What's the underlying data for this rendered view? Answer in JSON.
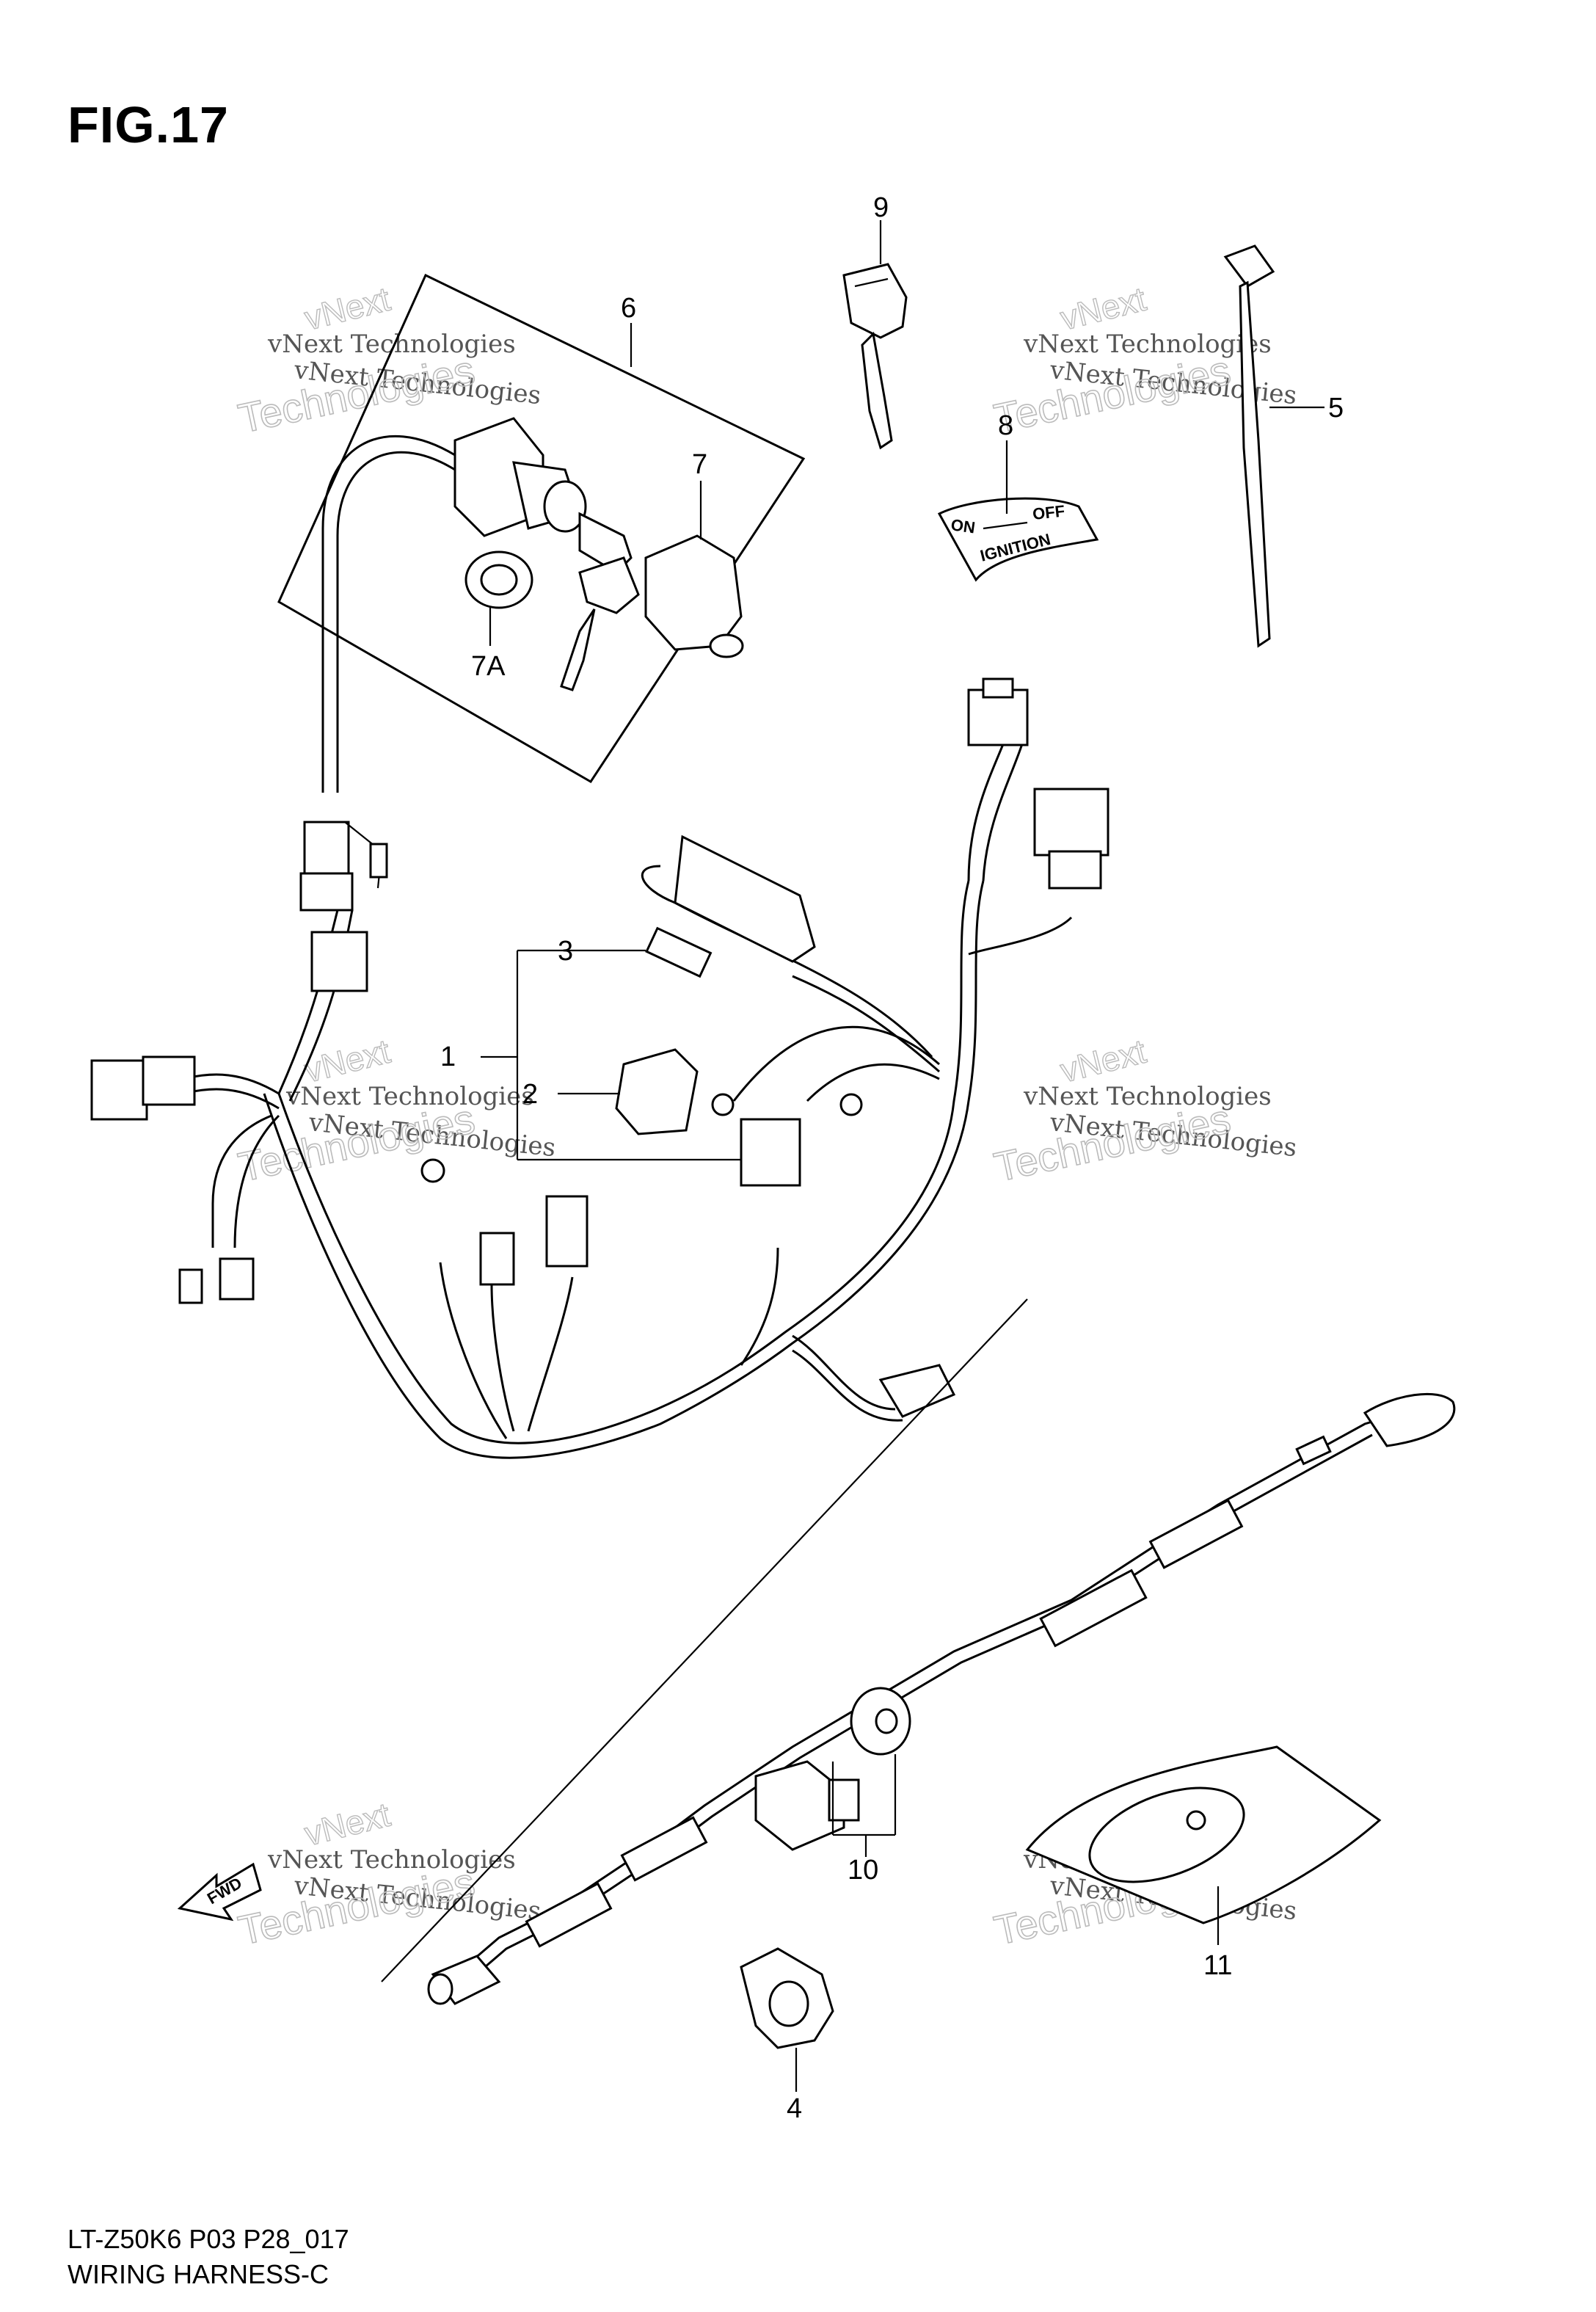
{
  "figure": {
    "title": "FIG.17",
    "code": "LT-Z50K6 P03 P28_017",
    "name": "WIRING HARNESS-C"
  },
  "callouts": {
    "c1": "1",
    "c2": "2",
    "c3": "3",
    "c4": "4",
    "c5": "5",
    "c6": "6",
    "c7": "7",
    "c7a": "7A",
    "c8": "8",
    "c9": "9",
    "c10": "10",
    "c11": "11"
  },
  "ignition_label": {
    "on": "ON",
    "off": "OFF",
    "ignition": "IGNITION"
  },
  "direction_arrow": "FWD",
  "watermark": {
    "line1": "vNext Technologies",
    "line2": "Technologies",
    "brand": "vNext"
  }
}
